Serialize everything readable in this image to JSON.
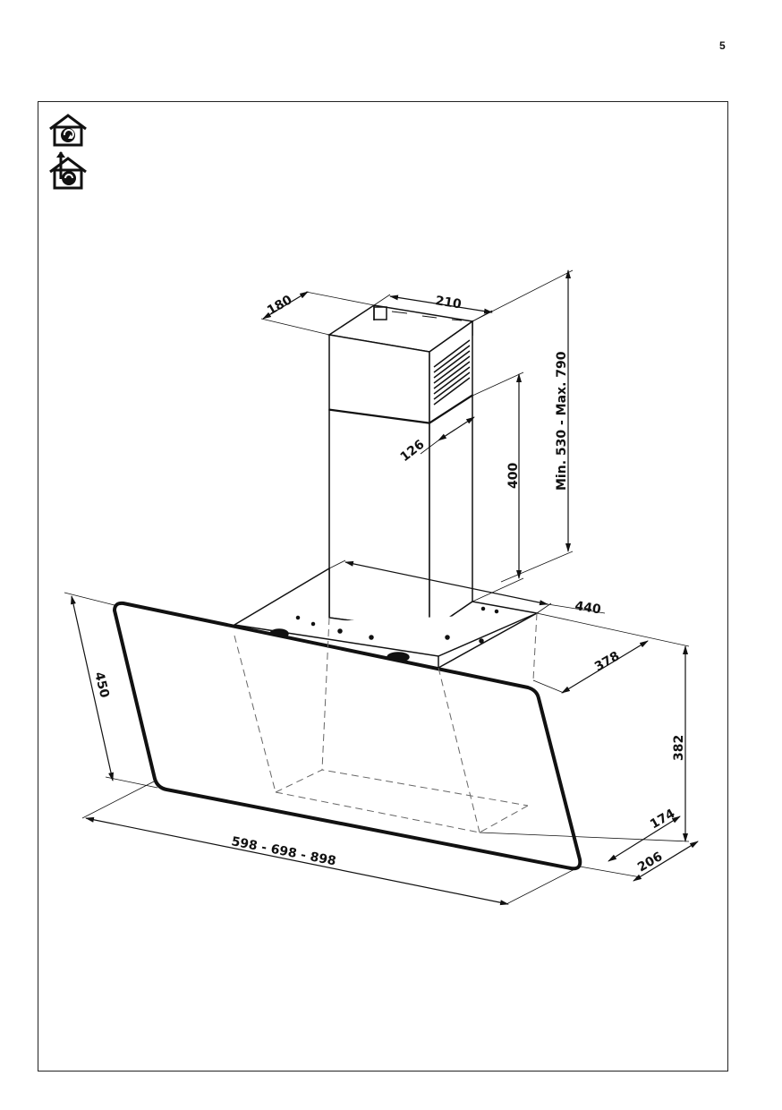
{
  "page": {
    "number": "5"
  },
  "icons": [
    "recirculation-mode-icon",
    "extraction-mode-icon"
  ],
  "dimensions": {
    "chimney_depth": "180",
    "chimney_width": "210",
    "inner_chimney_depth": "126",
    "lower_chimney_height": "400",
    "chimney_height_range": "Min. 530 - Max. 790",
    "frame_width": "440",
    "frame_depth": "378",
    "hood_height": "382",
    "glass_height": "450",
    "front_offset": "174",
    "total_depth": "206",
    "hood_widths": "598 - 698 - 898"
  }
}
